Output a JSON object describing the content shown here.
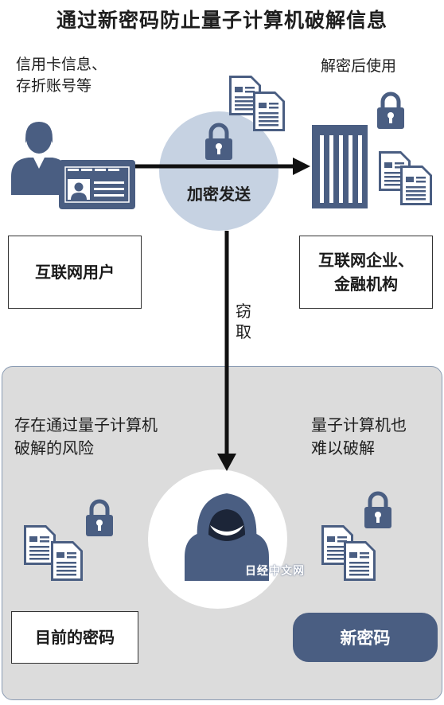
{
  "title": "通过新密码防止量子计算机破解信息",
  "user": {
    "info_label": "信用卡信息、\n存折账号等",
    "box_label": "互联网用户"
  },
  "encrypt": {
    "label": "加密发送"
  },
  "server": {
    "use_label": "解密后使用",
    "box_label": "互联网企业、\n金融机构"
  },
  "intercept": {
    "label": "窃\n取"
  },
  "risk": {
    "left_label": "存在通过量子计算机\n破解的风险",
    "right_label": "量子计算机也\n难以破解",
    "current_box": "目前的密码",
    "new_button": "新密码"
  },
  "watermark": "日经中文网",
  "colors": {
    "primary": "#4a5e82",
    "circle": "#c6d2e2",
    "panel": "#dcdcdc",
    "arrow": "#111111"
  }
}
